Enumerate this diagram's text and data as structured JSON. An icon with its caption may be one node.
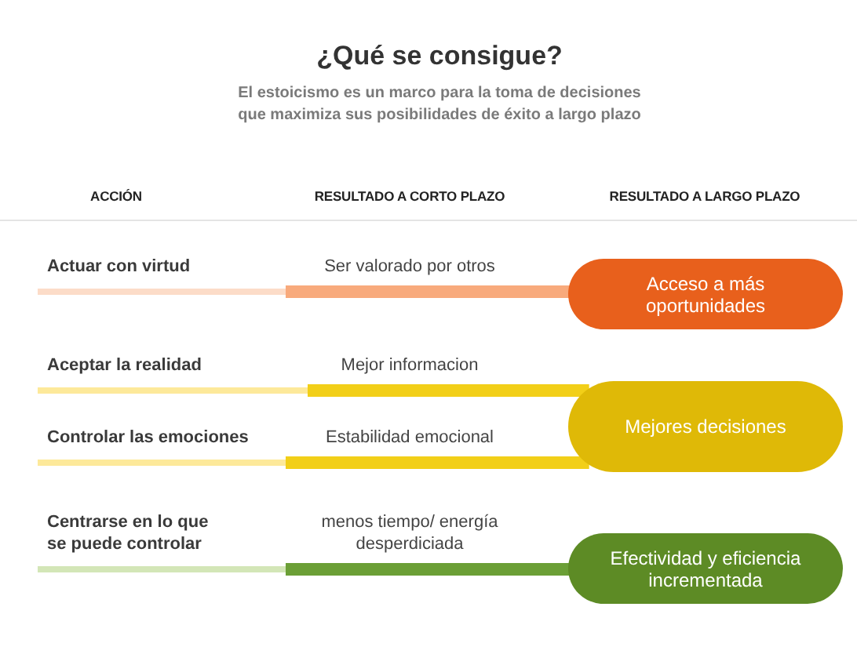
{
  "diagram": {
    "title": "¿Qué se consigue?",
    "nodes": [
      {
        "text": [
          "Actuar con virtud"
        ]
      },
      {
        "text": [
          "Ser valorado por otros"
        ]
      },
      {
        "text": [
          "Acceso a más oportunidades"
        ]
      },
      {
        "text": [
          "Aceptar la realidad"
        ]
      },
      {
        "text": [
          "Mejor informacion"
        ]
      },
      {
        "text": [
          "Controlar las emociones"
        ]
      },
      {
        "text": [
          "Estabilidad emocional"
        ]
      },
      {
        "text": [
          "Mejores decisiones"
        ]
      },
      {
        "text": [
          "Centrarse en lo que se puede controlar"
        ]
      },
      {
        "text": [
          "menos tiempo/ energía desperdiciada"
        ]
      },
      {
        "text": [
          "Efectividad y eficiencia incrementada"
        ]
      }
    ],
    "edges": [
      {
        "from": 0,
        "to": 1,
        "arrow": "none",
        "color": "#fcdcc8"
      },
      {
        "from": 1,
        "to": 2,
        "arrow": "none",
        "style": "thick",
        "color": "#f8aa7c"
      },
      {
        "from": 3,
        "to": 4,
        "arrow": "none",
        "color": "#fde99a"
      },
      {
        "from": 4,
        "to": 7,
        "arrow": "none",
        "style": "thick",
        "color": "#f2cf18"
      },
      {
        "from": 5,
        "to": 6,
        "arrow": "none",
        "color": "#fde99a"
      },
      {
        "from": 6,
        "to": 7,
        "arrow": "none",
        "style": "thick",
        "color": "#f2cf18"
      },
      {
        "from": 8,
        "to": 9,
        "arrow": "none",
        "color": "#d3e6b7"
      },
      {
        "from": 9,
        "to": 10,
        "arrow": "none",
        "style": "thick",
        "color": "#6b9f36"
      }
    ],
    "labels": [
      "El estoicismo es un marco para la toma de decisiones que maximiza sus posibilidades de éxito a largo plazo",
      "ACCIÓN",
      "RESULTADO A CORTO PLAZO",
      "RESULTADO A LARGO PLAZO"
    ]
  }
}
